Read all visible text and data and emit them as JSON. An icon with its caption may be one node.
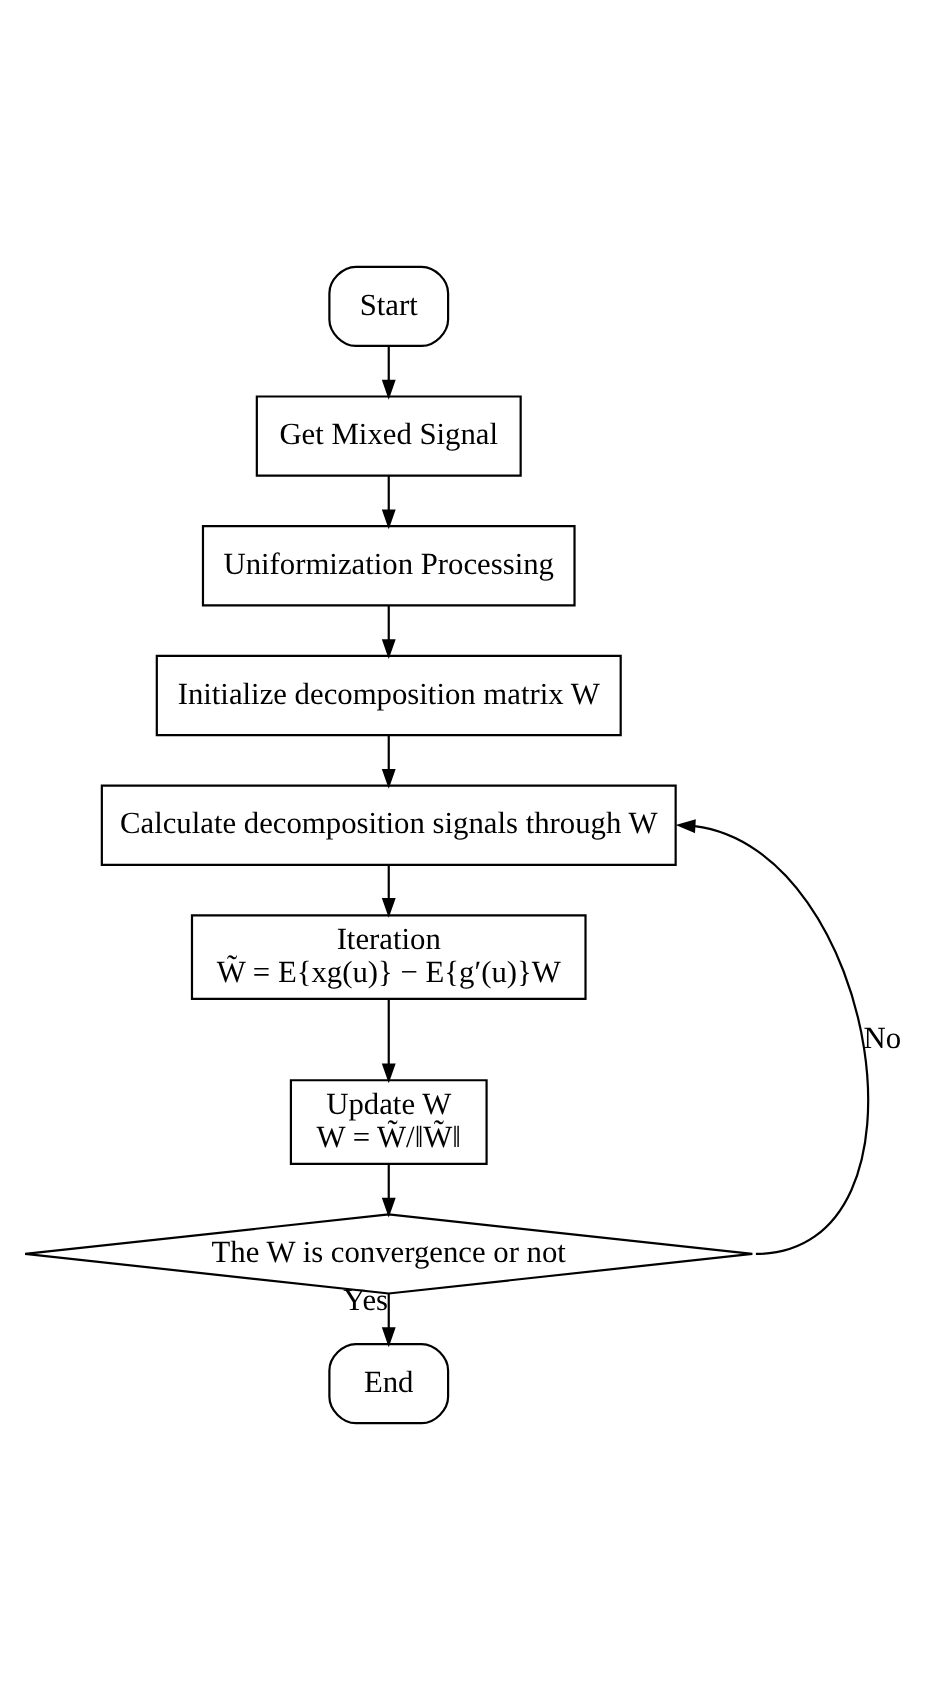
{
  "diagram": {
    "nodes": [
      {
        "text": [
          "Start"
        ]
      },
      {
        "text": [
          "Get Mixed Signal"
        ]
      },
      {
        "text": [
          "Uniformization Processing"
        ]
      },
      {
        "text": [
          "Initialize decomposition matrix W"
        ]
      },
      {
        "text": [
          "Calculate decomposition signals through W"
        ]
      },
      {
        "text": [
          "Iteration",
          "W̃ = E{xg(u)} − E{g′(u)}W"
        ]
      },
      {
        "text": [
          "Update W",
          "W = W̃/‖W̃‖"
        ]
      },
      {
        "text": [
          "The W is convergence or not"
        ]
      },
      {
        "text": [
          "End"
        ]
      }
    ],
    "edges": [
      {
        "from": 0,
        "to": 1,
        "arrow": "to"
      },
      {
        "from": 1,
        "to": 2,
        "arrow": "to"
      },
      {
        "from": 2,
        "to": 3,
        "arrow": "to"
      },
      {
        "from": 3,
        "to": 4,
        "arrow": "to"
      },
      {
        "from": 4,
        "to": 5,
        "arrow": "to"
      },
      {
        "from": 5,
        "to": 6,
        "arrow": "to"
      },
      {
        "from": 6,
        "to": 7,
        "arrow": "to"
      },
      {
        "from": 7,
        "to": 8,
        "arrow": "to",
        "label": "Yes"
      },
      {
        "from": 7,
        "to": 4,
        "arrow": "to",
        "label": "No"
      }
    ]
  }
}
